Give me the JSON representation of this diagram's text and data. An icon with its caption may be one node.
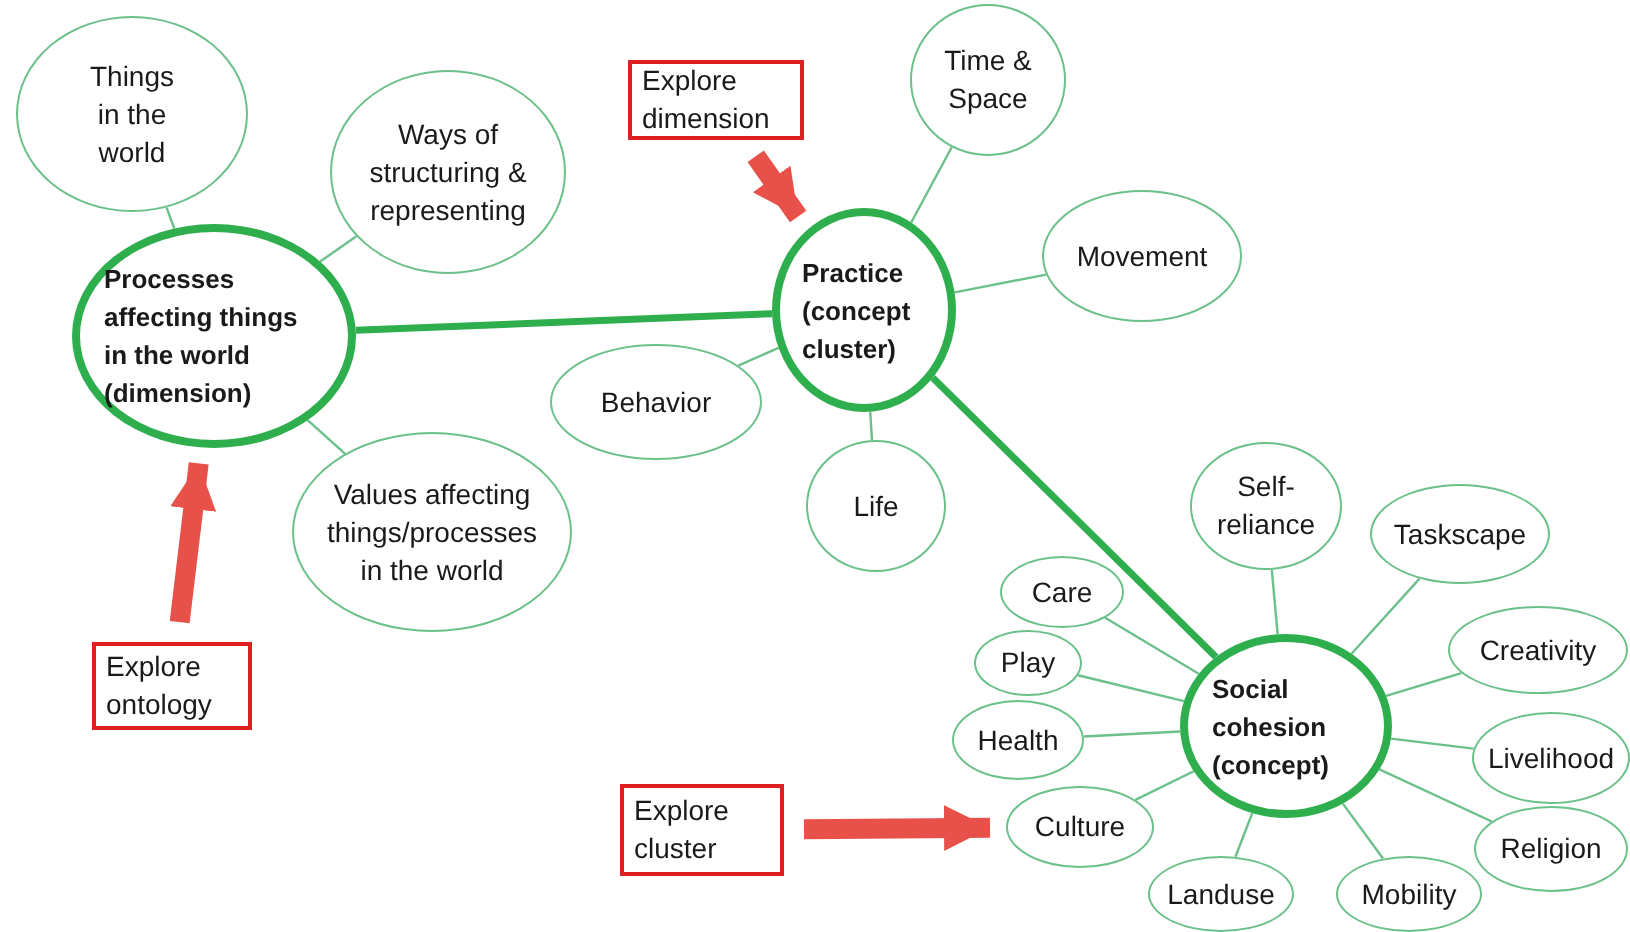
{
  "diagram": {
    "nodes": [
      {
        "text": [
          "Processes affecting things in the world (dimension)"
        ]
      },
      {
        "text": [
          "Things in the world"
        ]
      },
      {
        "text": [
          "Ways of structuring & representing"
        ]
      },
      {
        "text": [
          "Values affecting things/processes in the world"
        ]
      },
      {
        "text": [
          "Practice (concept cluster)"
        ]
      },
      {
        "text": [
          "Time & Space"
        ]
      },
      {
        "text": [
          "Movement"
        ]
      },
      {
        "text": [
          "Behavior"
        ]
      },
      {
        "text": [
          "Life"
        ]
      },
      {
        "text": [
          "Social cohesion (concept)"
        ]
      },
      {
        "text": [
          "Self-reliance"
        ]
      },
      {
        "text": [
          "Taskscape"
        ]
      },
      {
        "text": [
          "Care"
        ]
      },
      {
        "text": [
          "Creativity"
        ]
      },
      {
        "text": [
          "Play"
        ]
      },
      {
        "text": [
          "Livelihood"
        ]
      },
      {
        "text": [
          "Health"
        ]
      },
      {
        "text": [
          "Culture"
        ]
      },
      {
        "text": [
          "Religion"
        ]
      },
      {
        "text": [
          "Landuse"
        ]
      },
      {
        "text": [
          "Mobility"
        ]
      },
      {
        "text": [
          "Explore dimension"
        ]
      },
      {
        "text": [
          "Explore ontology"
        ]
      },
      {
        "text": [
          "Explore cluster"
        ]
      }
    ],
    "edges": [
      {
        "from": 0,
        "to": 1,
        "arrow": "none"
      },
      {
        "from": 0,
        "to": 2,
        "arrow": "none"
      },
      {
        "from": 0,
        "to": 3,
        "arrow": "none"
      },
      {
        "from": 0,
        "to": 4,
        "arrow": "none",
        "style": "thick"
      },
      {
        "from": 4,
        "to": 5,
        "arrow": "none"
      },
      {
        "from": 4,
        "to": 6,
        "arrow": "none"
      },
      {
        "from": 4,
        "to": 7,
        "arrow": "none"
      },
      {
        "from": 4,
        "to": 8,
        "arrow": "none"
      },
      {
        "from": 4,
        "to": 9,
        "arrow": "none",
        "style": "thick"
      },
      {
        "from": 9,
        "to": 10,
        "arrow": "none"
      },
      {
        "from": 9,
        "to": 11,
        "arrow": "none"
      },
      {
        "from": 9,
        "to": 12,
        "arrow": "none"
      },
      {
        "from": 9,
        "to": 13,
        "arrow": "none"
      },
      {
        "from": 9,
        "to": 14,
        "arrow": "none"
      },
      {
        "from": 9,
        "to": 15,
        "arrow": "none"
      },
      {
        "from": 9,
        "to": 16,
        "arrow": "none"
      },
      {
        "from": 9,
        "to": 17,
        "arrow": "none"
      },
      {
        "from": 9,
        "to": 18,
        "arrow": "none"
      },
      {
        "from": 9,
        "to": 19,
        "arrow": "none"
      },
      {
        "from": 9,
        "to": 20,
        "arrow": "none"
      },
      {
        "from": 21,
        "to": 4,
        "arrow": "to",
        "style": "thick",
        "color": "#e8514a"
      },
      {
        "from": 22,
        "to": 0,
        "arrow": "to",
        "style": "thick",
        "color": "#e8514a"
      },
      {
        "from": 23,
        "to": 17,
        "arrow": "to",
        "style": "thick",
        "color": "#e8514a"
      }
    ]
  }
}
